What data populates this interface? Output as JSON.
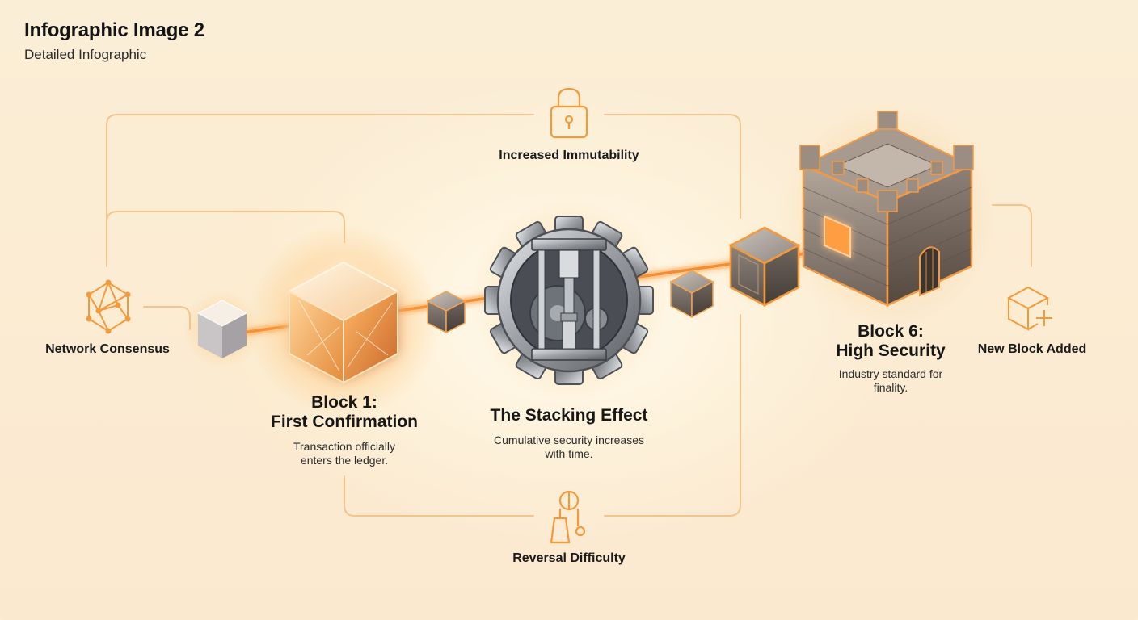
{
  "header": {
    "title": "Infographic Image 2",
    "subtitle": "Detailed Infographic"
  },
  "nodes": {
    "network_consensus": {
      "label": "Network Consensus"
    },
    "block1": {
      "title_line1": "Block 1:",
      "title_line2": "First Confirmation",
      "desc_line1": "Transaction officially",
      "desc_line2": "enters the ledger."
    },
    "stacking": {
      "title": "The Stacking Effect",
      "desc_line1": "Cumulative security increases",
      "desc_line2": "with time."
    },
    "block6": {
      "title_line1": "Block 6:",
      "title_line2": "High Security",
      "desc_line1": "Industry standard for",
      "desc_line2": "finality."
    },
    "new_block": {
      "label": "New Block Added"
    },
    "immutability": {
      "label": "Increased Immutability"
    },
    "reversal": {
      "label": "Reversal Difficulty"
    }
  },
  "icons": {
    "network": "network-mesh-icon",
    "lock": "padlock-icon",
    "weight": "weight-icon",
    "new_block": "cube-plus-icon",
    "gear": "gear-press-icon",
    "castle": "fortress-icon"
  },
  "colors": {
    "accent": "#f39a3d",
    "glow": "#ffb25a",
    "connector": "#f6c894",
    "metal": "#8c8f94",
    "stone": "#8a7c72"
  }
}
